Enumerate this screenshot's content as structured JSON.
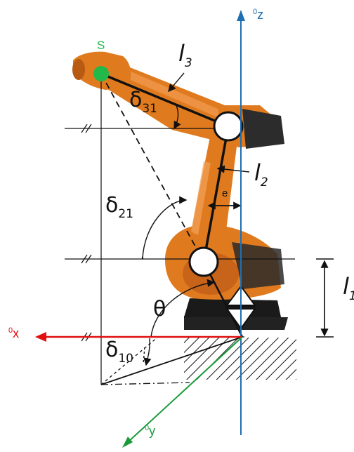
{
  "colors": {
    "z_axis": "#1f6fb2",
    "x_axis": "#e01010",
    "y_axis": "#1a9a3a",
    "point_s": "#22b84a",
    "robot_orange": "#e07a1e",
    "robot_dark": "#2a2a2a",
    "line": "#111111"
  },
  "axes": {
    "z": {
      "sup": "0",
      "name": "z"
    },
    "x": {
      "sup": "0",
      "name": "x"
    },
    "y": {
      "sup": "0",
      "name": "y"
    }
  },
  "point": {
    "label": "S"
  },
  "links": {
    "l3": {
      "base": "l",
      "sub": "3"
    },
    "l2": {
      "base": "l",
      "sub": "2"
    },
    "l1": {
      "base": "l",
      "sub": "1"
    }
  },
  "angles": {
    "d31": {
      "base": "δ",
      "sub": "31"
    },
    "d21": {
      "base": "δ",
      "sub": "21"
    },
    "d10": {
      "base": "δ",
      "sub": "10"
    },
    "theta": "θ"
  },
  "offset": {
    "label": "e"
  }
}
